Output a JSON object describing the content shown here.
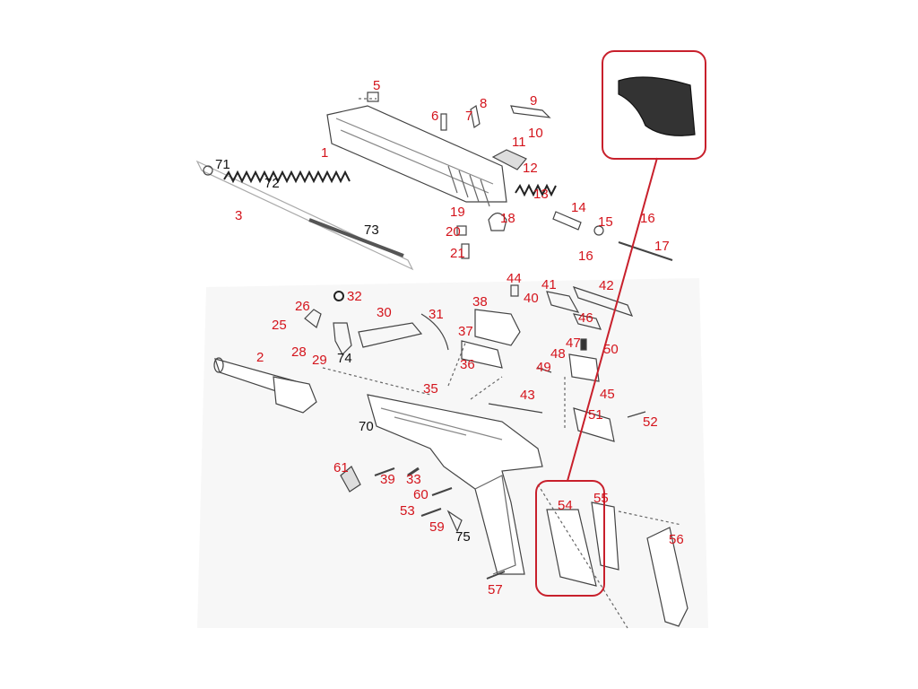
{
  "diagram": {
    "type": "exploded-parts-view",
    "accent_color": "#c8202c",
    "callouts": [
      {
        "id": "5"
      },
      {
        "id": "6"
      },
      {
        "id": "7"
      },
      {
        "id": "8"
      },
      {
        "id": "9"
      },
      {
        "id": "10"
      },
      {
        "id": "11"
      },
      {
        "id": "1"
      },
      {
        "id": "12"
      },
      {
        "id": "13"
      },
      {
        "id": "14"
      },
      {
        "id": "15"
      },
      {
        "id": "16"
      },
      {
        "id": "16"
      },
      {
        "id": "17"
      },
      {
        "id": "18"
      },
      {
        "id": "19"
      },
      {
        "id": "20"
      },
      {
        "id": "21"
      },
      {
        "id": "71"
      },
      {
        "id": "72"
      },
      {
        "id": "73"
      },
      {
        "id": "3"
      },
      {
        "id": "32"
      },
      {
        "id": "26"
      },
      {
        "id": "25"
      },
      {
        "id": "28"
      },
      {
        "id": "29"
      },
      {
        "id": "74"
      },
      {
        "id": "30"
      },
      {
        "id": "31"
      },
      {
        "id": "44"
      },
      {
        "id": "41"
      },
      {
        "id": "42"
      },
      {
        "id": "38"
      },
      {
        "id": "40"
      },
      {
        "id": "46"
      },
      {
        "id": "37"
      },
      {
        "id": "47"
      },
      {
        "id": "50"
      },
      {
        "id": "48"
      },
      {
        "id": "49"
      },
      {
        "id": "36"
      },
      {
        "id": "2"
      },
      {
        "id": "35"
      },
      {
        "id": "43"
      },
      {
        "id": "45"
      },
      {
        "id": "51"
      },
      {
        "id": "52"
      },
      {
        "id": "70"
      },
      {
        "id": "61"
      },
      {
        "id": "39"
      },
      {
        "id": "33"
      },
      {
        "id": "60"
      },
      {
        "id": "53"
      },
      {
        "id": "59"
      },
      {
        "id": "75"
      },
      {
        "id": "57"
      },
      {
        "id": "54"
      },
      {
        "id": "55"
      },
      {
        "id": "56"
      }
    ],
    "highlighted_part": "54"
  }
}
